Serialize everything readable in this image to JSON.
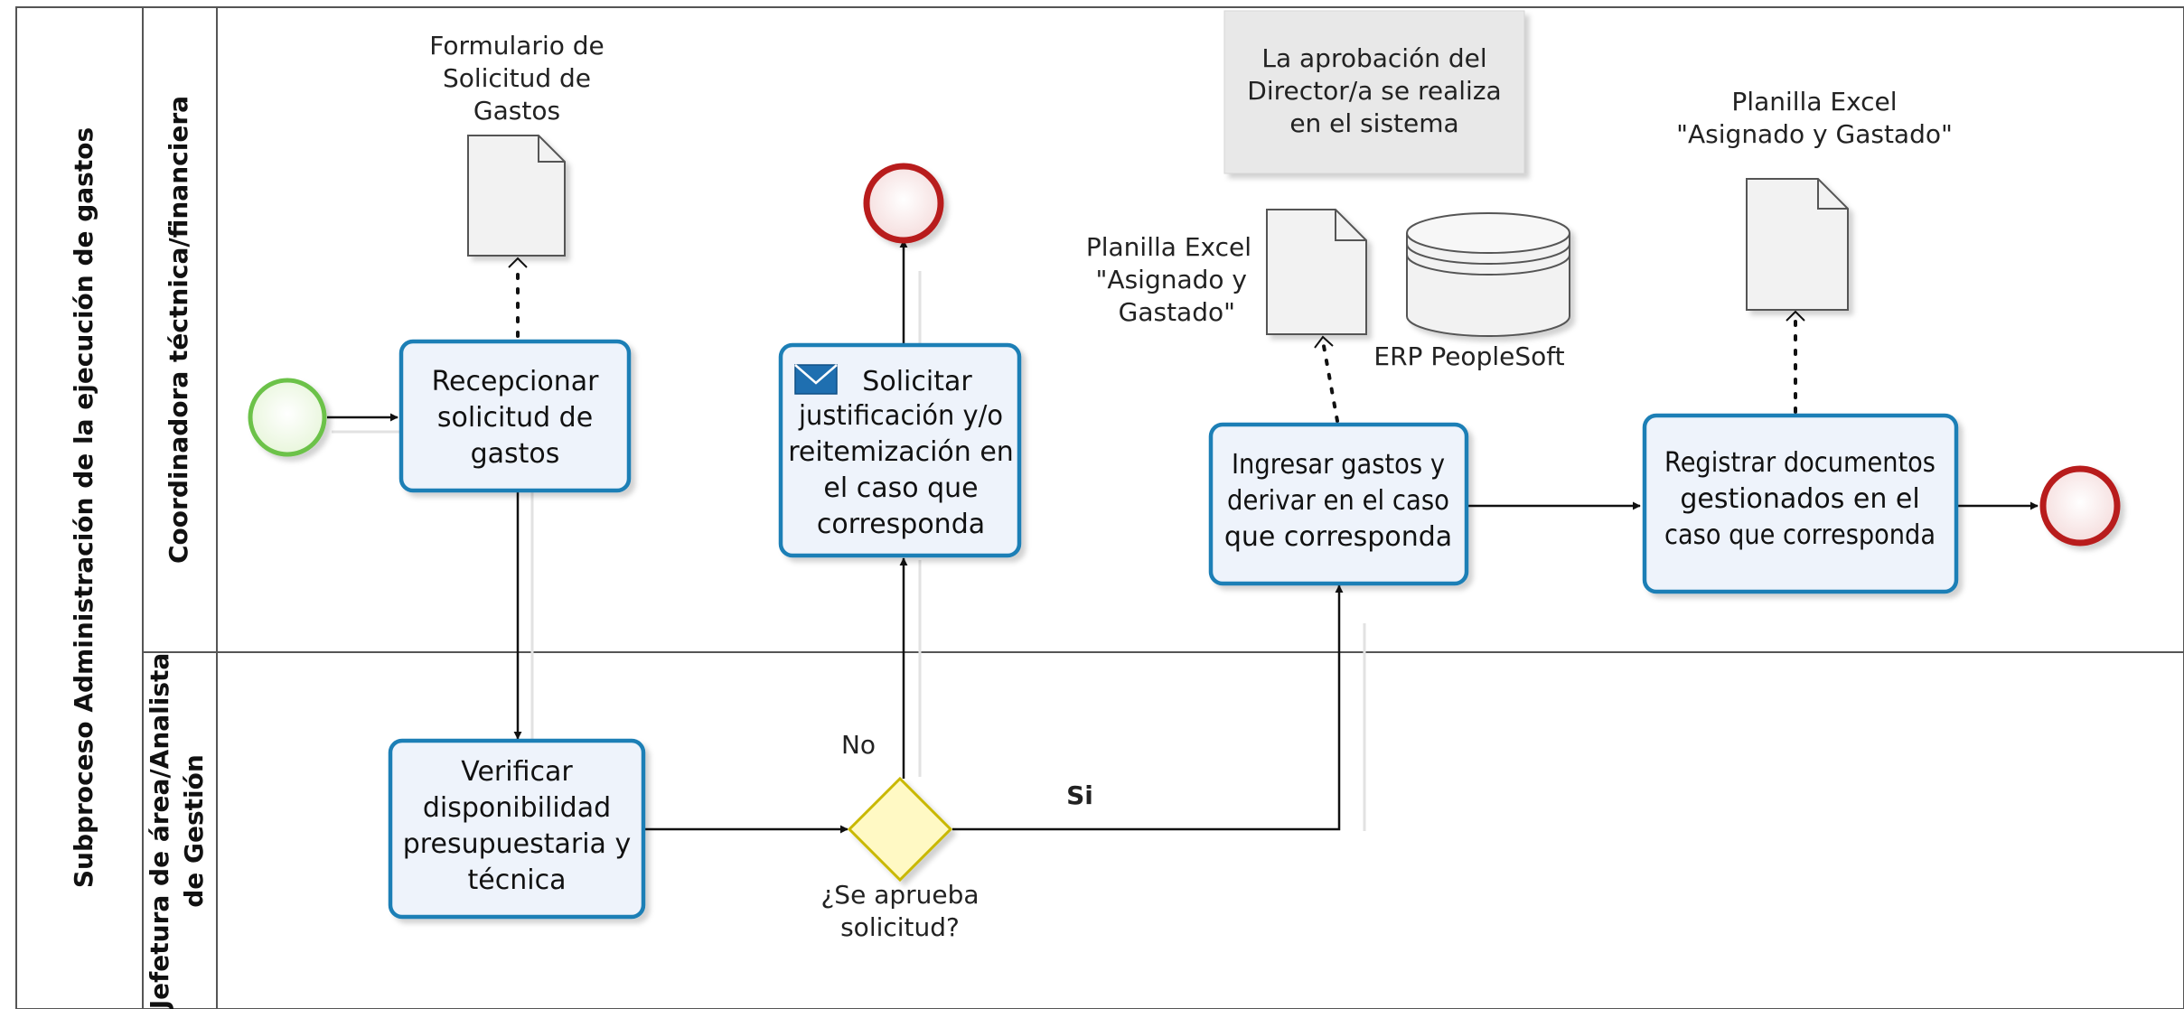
{
  "pool": {
    "label": "Subproceso Administración de la ejecución de gastos"
  },
  "lanes": [
    {
      "label_lines": [
        "Coordinadora téctnica/financiera"
      ]
    },
    {
      "label_lines": [
        "Jefetura de área/Analista",
        "de Gestión"
      ]
    }
  ],
  "tasks": {
    "recepcionar": {
      "lines": [
        "Recepcionar",
        "solicitud de",
        "gastos"
      ]
    },
    "verificar": {
      "lines": [
        "Verificar",
        "disponibilidad",
        "presupuestaria y",
        "técnica"
      ]
    },
    "solicitar": {
      "lines": [
        "Solicitar",
        "justificación y/o",
        "reitemización en",
        "el caso que",
        "corresponda"
      ],
      "icon": "envelope-icon"
    },
    "ingresar": {
      "lines": [
        "Ingresar gastos y",
        "derivar en el caso",
        "que corresponda"
      ]
    },
    "registrar": {
      "lines": [
        "Registrar documentos",
        "gestionados  en el",
        "caso que corresponda"
      ]
    }
  },
  "gateway": {
    "label_lines": [
      "¿Se aprueba",
      "solicitud?"
    ],
    "no_label": "No",
    "si_label": "Si"
  },
  "artifacts": {
    "formulario": {
      "lines": [
        "Formulario de",
        "Solicitud de",
        "Gastos"
      ]
    },
    "planilla_left": {
      "lines": [
        "Planilla Excel",
        "\"Asignado y",
        "Gastado\""
      ]
    },
    "erp": {
      "lines": [
        "ERP PeopleSoft"
      ]
    },
    "planilla_right": {
      "lines": [
        "Planilla Excel",
        "\"Asignado y Gastado\""
      ]
    },
    "note": {
      "lines": [
        "La aprobación del",
        "Director/a se realiza",
        "en el sistema"
      ]
    }
  },
  "colors": {
    "task_border": "#1f7fb6",
    "task_fill": "#eef3fb",
    "start_event": "#6cc24a",
    "end_event": "#b81d1d",
    "gateway_border": "#c9b800",
    "gateway_fill": "#fff9c4"
  }
}
